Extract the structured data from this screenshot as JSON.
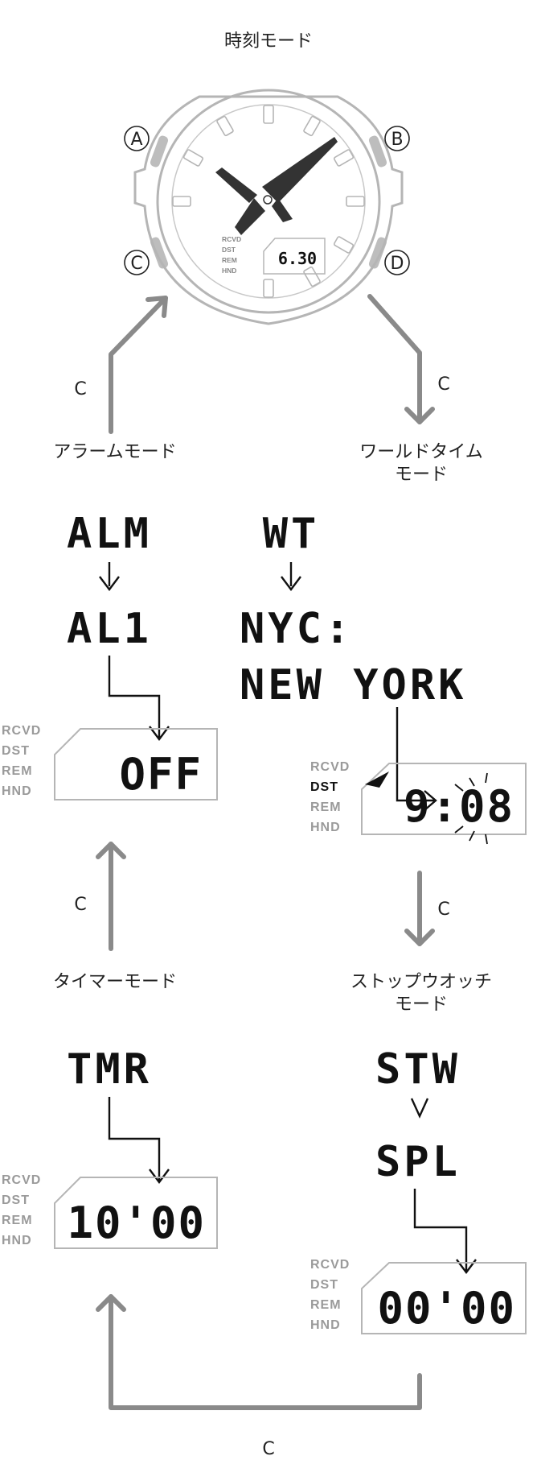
{
  "title": "時刻モード",
  "buttons": {
    "a": "Ⓐ",
    "b": "Ⓑ",
    "c": "Ⓒ",
    "d": "Ⓓ"
  },
  "watch": {
    "indicators": [
      "RCVD",
      "DST",
      "REM",
      "HND"
    ],
    "display": "6.30"
  },
  "button_label": "C",
  "modes": {
    "alarm": {
      "name": "アラームモード",
      "screens": [
        "ALM",
        "AL1"
      ],
      "display": "OFF",
      "indicators": [
        "RCVD",
        "DST",
        "REM",
        "HND"
      ]
    },
    "world_time": {
      "name_line1": "ワールドタイム",
      "name_line2": "モード",
      "screens": [
        "WT",
        "NYC:",
        "NEW YORK"
      ],
      "display": "9:08",
      "indicators": [
        "RCVD",
        "DST",
        "REM",
        "HND"
      ],
      "active_indicator": "DST"
    },
    "timer": {
      "name": "タイマーモード",
      "screens": [
        "TMR"
      ],
      "display": "10'00",
      "indicators": [
        "RCVD",
        "DST",
        "REM",
        "HND"
      ]
    },
    "stopwatch": {
      "name_line1": "ストップウオッチ",
      "name_line2": "モード",
      "screens": [
        "STW",
        "SPL"
      ],
      "display": "00'00",
      "indicators": [
        "RCVD",
        "DST",
        "REM",
        "HND"
      ]
    }
  },
  "colors": {
    "arrow_gray": "#8a8a8a",
    "watch_outline": "#b5b5b5",
    "text": "#222222",
    "lcd_text": "#111111",
    "indicator_gray": "#9a9a9a"
  }
}
